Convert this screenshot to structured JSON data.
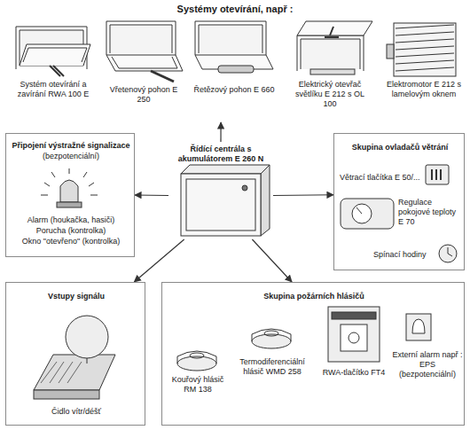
{
  "diagram": {
    "nodes": [
      {
        "text": [
          "Systémy otevírání, např :",
          "Systém otevírání a zavírání RWA 100 E",
          "Vřetenový pohon E 250",
          "Řetězový pohon E 660",
          "Elektrický otevřač světlíku E 212 s OL 100",
          "Elektromotor E 212 s lamelovým oknem"
        ]
      },
      {
        "text": [
          "Připojení výstražné signalizace",
          "(bezpotenciální)",
          "Alarm (houkačka, hasiči)",
          "Porucha (kontrolka)",
          "Okno \"otevřeno\" (kontrolka)"
        ]
      },
      {
        "text": [
          "Řídící centrála s akumulátorem E 260 N"
        ]
      },
      {
        "text": [
          "Skupina ovladačů větrání",
          "Větrací tlačítka E 50/...",
          "Regulace pokojové teploty E 70",
          "Spínací hodiny"
        ]
      },
      {
        "text": [
          "Vstupy signálu",
          "Čidlo vítr/déšť"
        ]
      },
      {
        "text": [
          "Skupina požárních hlásičů",
          "Kouřový hlásič RM 138",
          "Termodiferenciální hlásič WMD 258",
          "RWA-tlačítko FT4",
          "Externí alarm např : EPS (bezpotenciální)"
        ]
      }
    ],
    "edges": [
      {
        "from": 2,
        "to": 0,
        "arrow": "to"
      },
      {
        "from": 2,
        "to": 1,
        "arrow": "to"
      },
      {
        "from": 2,
        "to": 3,
        "arrow": "to"
      },
      {
        "from": 2,
        "to": 4,
        "arrow": "to"
      },
      {
        "from": 2,
        "to": 5,
        "arrow": "to"
      }
    ]
  }
}
